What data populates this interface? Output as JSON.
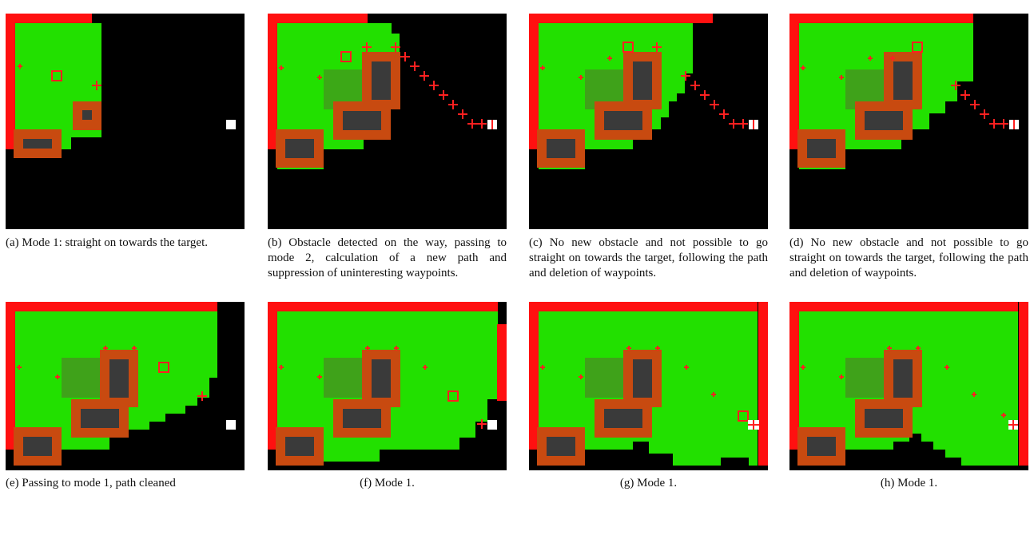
{
  "figure": {
    "panels": [
      {
        "id": "a",
        "caption": "(a) Mode 1: straight on towards the target.",
        "align": "left"
      },
      {
        "id": "b",
        "caption": "(b) Obstacle detected on the way, passing to mode 2, calculation of a new path and suppression of uninteresting waypoints.",
        "align": "left"
      },
      {
        "id": "c",
        "caption": "(c) No new obstacle and not possible to go straight on towards the target, following the path and deletion of waypoints.",
        "align": "left"
      },
      {
        "id": "d",
        "caption": "(d) No new obstacle and not possible to go straight on towards the target, following the path and deletion of waypoints.",
        "align": "left"
      },
      {
        "id": "e",
        "caption": "(e) Passing to mode 1, path cleaned",
        "align": "left"
      },
      {
        "id": "f",
        "caption": "(f) Mode 1.",
        "align": "center"
      },
      {
        "id": "g",
        "caption": "(g) Mode 1.",
        "align": "center"
      },
      {
        "id": "h",
        "caption": "(h) Mode 1.",
        "align": "center"
      }
    ],
    "colors": {
      "background": "#000000",
      "explored": "#22e000",
      "wall": "#ff1010",
      "obstacle_margin": "#c84a10",
      "obstacle_core": "#3a3a3a",
      "waypoint": "#ff2020",
      "target": "#ffffff"
    }
  }
}
